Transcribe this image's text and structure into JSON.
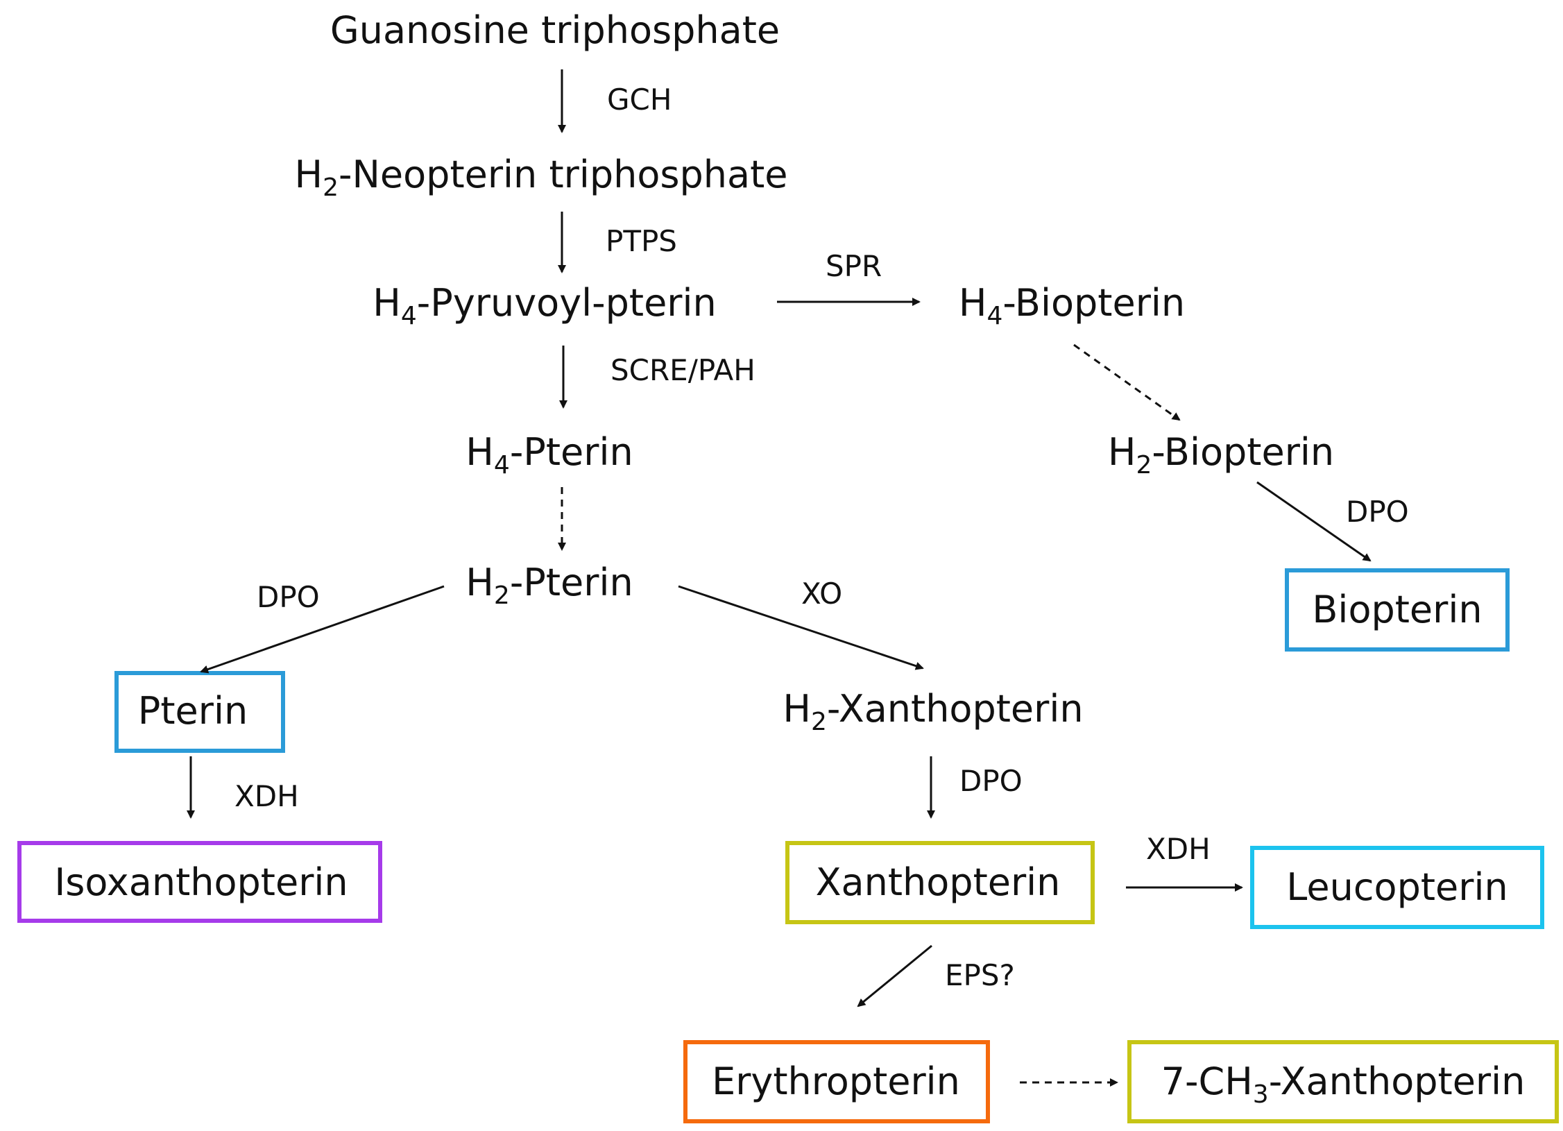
{
  "colors": {
    "box_blue": "#2b9bd8",
    "box_purple": "#a63bea",
    "box_yellow": "#c6c515",
    "box_cyan": "#1cc3ee",
    "box_orange": "#f56a0d",
    "text": "#111111"
  },
  "nodes": {
    "gtp": {
      "main": "Guanosine triphosphate"
    },
    "neopterin": {
      "pre": "H",
      "sub": "2",
      "post": "-Neopterin triphosphate"
    },
    "pyruvoyl": {
      "pre": "H",
      "sub": "4",
      "post": "-Pyruvoyl-pterin"
    },
    "h4biopterin": {
      "pre": "H",
      "sub": "4",
      "post": "-Biopterin"
    },
    "h4pterin": {
      "pre": "H",
      "sub": "4",
      "post": "-Pterin"
    },
    "h2biopterin": {
      "pre": "H",
      "sub": "2",
      "post": "-Biopterin"
    },
    "h2pterin": {
      "pre": "H",
      "sub": "2",
      "post": "-Pterin"
    },
    "biopterin": {
      "main": "Biopterin"
    },
    "pterin": {
      "main": "Pterin"
    },
    "h2xanthopterin": {
      "pre": "H",
      "sub": "2",
      "post": "-Xanthopterin"
    },
    "isoxanthopterin": {
      "main": "Isoxanthopterin"
    },
    "xanthopterin": {
      "main": "Xanthopterin"
    },
    "leucopterin": {
      "main": "Leucopterin"
    },
    "erythropterin": {
      "main": "Erythropterin"
    },
    "methylxanthopterin": {
      "pre": "7-CH",
      "sub": "3",
      "post": "-Xanthopterin"
    }
  },
  "enzymes": {
    "gch": "GCH",
    "ptps": "PTPS",
    "spr": "SPR",
    "scre_pah": "SCRE/PAH",
    "dpo_biopterin": "DPO",
    "dpo_pterin": "DPO",
    "xo": "XO",
    "xdh_pterin": "XDH",
    "dpo_xanthopterin": "DPO",
    "xdh_xanthopterin": "XDH",
    "eps": "EPS?"
  }
}
